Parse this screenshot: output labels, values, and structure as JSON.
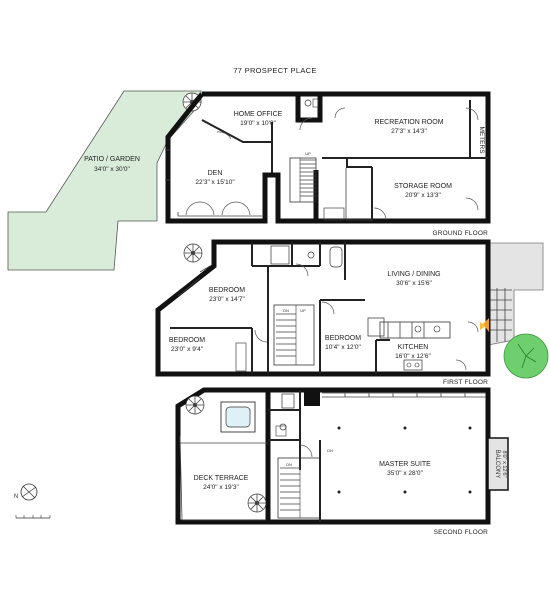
{
  "title": "77 PROSPECT PLACE",
  "colors": {
    "garden": "#d9ecd9",
    "balcony": "#e4e4e4",
    "wall": "#111111",
    "tree": "#6ecf6e"
  },
  "floors": {
    "ground": {
      "label": "GROUND FLOOR",
      "rooms": [
        {
          "id": "patio",
          "name": "PATIO / GARDEN",
          "dims": "34'0\" x 30'0\""
        },
        {
          "id": "home-office",
          "name": "HOME OFFICE",
          "dims": "19'0\" x 10'0\""
        },
        {
          "id": "den",
          "name": "DEN",
          "dims": "22'3\" x 15'10\""
        },
        {
          "id": "recreation",
          "name": "RECREATION ROOM",
          "dims": "27'3\" x 14'3\""
        },
        {
          "id": "storage",
          "name": "STORAGE ROOM",
          "dims": "20'9\" x 13'3\""
        }
      ],
      "meters": "METERS"
    },
    "first": {
      "label": "FIRST FLOOR",
      "rooms": [
        {
          "id": "bedroom-a",
          "name": "BEDROOM",
          "dims": "23'0\" x 14'7\""
        },
        {
          "id": "bedroom-b",
          "name": "BEDROOM",
          "dims": "23'0\" x 9'4\""
        },
        {
          "id": "bedroom-c",
          "name": "BEDROOM",
          "dims": "10'4\" x 12'0\""
        },
        {
          "id": "living",
          "name": "LIVING / DINING",
          "dims": "30'6\" x 15'6\""
        },
        {
          "id": "kitchen",
          "name": "KITCHEN",
          "dims": "16'0\" x 12'6\""
        }
      ]
    },
    "second": {
      "label": "SECOND FLOOR",
      "rooms": [
        {
          "id": "deck",
          "name": "DECK TERRACE",
          "dims": "24'0\" x 19'3\""
        },
        {
          "id": "master",
          "name": "MASTER SUITE",
          "dims": "35'0\" x 28'0\""
        }
      ],
      "balcony": {
        "name": "BALCONY",
        "dims": "8'0\" x 12'6\""
      }
    }
  },
  "markers": {
    "up": "UP",
    "dn": "DN"
  },
  "compass": "N"
}
